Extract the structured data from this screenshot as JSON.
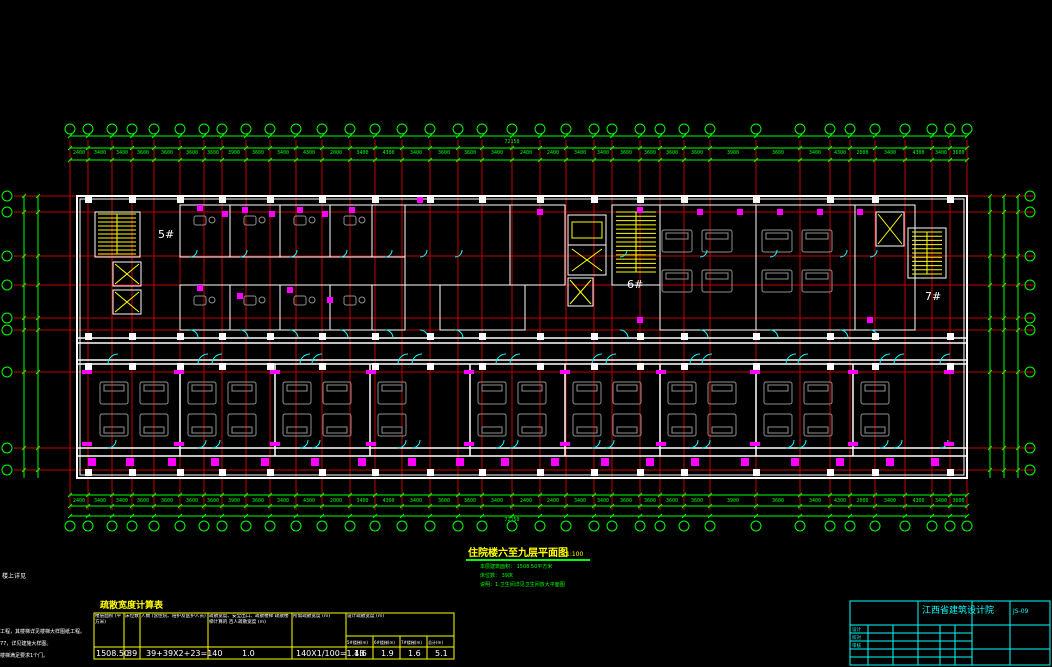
{
  "colors": {
    "background": "#000000",
    "grid_axis": "#00ff00",
    "dimension": "#00ff00",
    "wall": "#ffffff",
    "door": "#00ffff",
    "furniture": "#808080",
    "highlight": "#ff00ff",
    "axis_line": "#ff0000",
    "stair": "#ffff00",
    "title_block": "#00ffff"
  },
  "stair_labels": {
    "s5": "5#",
    "s6": "6#",
    "s7": "7#"
  },
  "overall_dimension": {
    "top": "72150",
    "bottom": "72150"
  },
  "plan_title": {
    "main": "住院楼六至九层平面图",
    "scale": "1:100",
    "note1": "本层建筑面积： 1508.50平方米",
    "note2": "床位数：  39床",
    "note3": "说明：1.卫生间详见卫生间放大平面图",
    "left_note": "楼上详见"
  },
  "evac_table": {
    "title": "疏散宽度计算表",
    "headers": {
      "area": "楼层面积 (平方米)",
      "beds": "床位数",
      "persons": "人数 (含住院、陪护及医护人员)",
      "ratio": "疏散宽度、安全出口、疏散楼梯 疏散楼梯计算的 百人疏散宽度 (m)",
      "required": "所需疏散宽度 (m)",
      "actual": "设计疏散宽度 (m)"
    },
    "values": {
      "area": "1508.50",
      "beds": "39",
      "persons": "39+39X2+23=140",
      "ratio": "1.0",
      "required": "140X1/100=1.4B",
      "actual_cols": [
        "1.6",
        "1.9",
        "1.6",
        "5.1"
      ],
      "actual_heads": [
        "5#楼梯(m)",
        "6#楼梯(m)",
        "7#楼梯(m)",
        "总计(m)"
      ]
    }
  },
  "left_notes": [
    "工程，其楼梯详见楼梯大样图纸工程。",
    "77，详见建施大样图。",
    "楼梯满足要求1个门。"
  ],
  "title_block": {
    "institute": "江西省建筑设计院",
    "row1": "设计",
    "row2": "校对",
    "row3": "审核",
    "code": "JS-09"
  }
}
